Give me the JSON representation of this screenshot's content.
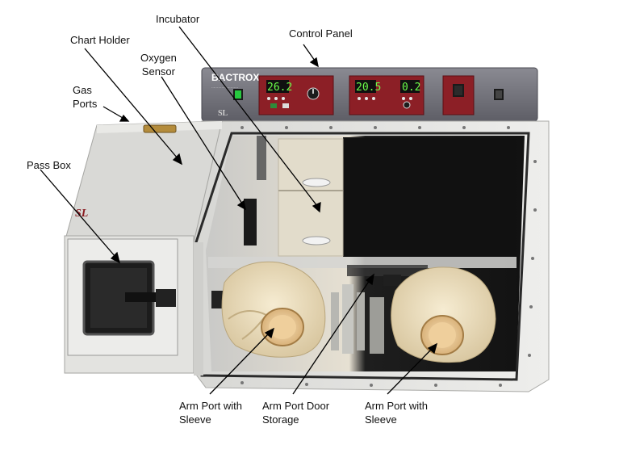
{
  "labels": {
    "incubator": "Incubator",
    "chart_holder": "Chart Holder",
    "control_panel": "Control Panel",
    "oxygen_sensor": "Oxygen\nSensor",
    "gas_ports": "Gas\nPorts",
    "pass_box": "Pass Box",
    "arm_port_left": "Arm Port with\nSleeve",
    "arm_port_door_storage": "Arm Port Door\nStorage",
    "arm_port_right": "Arm Port with\nSleeve"
  },
  "device": {
    "brand": "BACTROX",
    "logo": "SL",
    "display_1a": "26.2",
    "display_2a": "20.5",
    "display_2b": "0.2"
  },
  "colors": {
    "panel": "#6f6f78",
    "display_box": "#8c1f26",
    "sleeve": "#e9dcc0",
    "cabinet": "#e3e3e0"
  }
}
